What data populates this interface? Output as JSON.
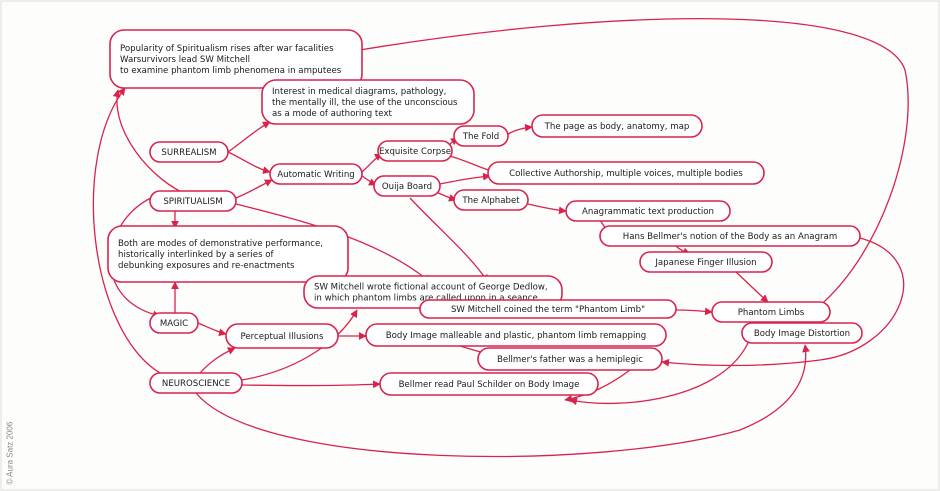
{
  "copyright": "© Aura Satz 2006",
  "colors": {
    "ink": "#d8244d",
    "text": "#1a1a1a"
  },
  "nodes": {
    "popularity": [
      "Popularity of Spiritualism rises after war facalities",
      "Warsurvivors lead SW Mitchell",
      "to examine phantom limb phenomena in amputees"
    ],
    "interest": [
      "Interest in medical diagrams, pathology,",
      "the mentally ill, the use of the unconscious",
      "as a mode of authoring text"
    ],
    "surrealism": [
      "SURREALISM"
    ],
    "spiritualism": [
      "SPIRITUALISM"
    ],
    "automatic_writing": [
      "Automatic Writing"
    ],
    "exquisite_corpse": [
      "Exquisite Corpse"
    ],
    "ouija_board": [
      "Ouija Board"
    ],
    "the_fold": [
      "The Fold"
    ],
    "page_body": [
      "The page as body, anatomy, map"
    ],
    "collective": [
      "Collective Authorship, multiple voices, multiple bodies"
    ],
    "alphabet": [
      "The Alphabet"
    ],
    "anagrammatic": [
      "Anagrammatic text production"
    ],
    "hans_bellmer": [
      "Hans Bellmer's notion of the Body as an Anagram"
    ],
    "japanese_finger": [
      "Japanese Finger Illusion"
    ],
    "both_modes": [
      "Both are modes of demonstrative performance,",
      "historically interlinked by a series of",
      "debunking exposures and re-enactments"
    ],
    "mitchell_fiction": [
      "SW Mitchell wrote fictional account of George Dedlow,",
      "in which phantom limbs are called upon in a seance"
    ],
    "mitchell_coined": [
      "SW Mitchell coined the term \"Phantom Limb\""
    ],
    "phantom_limbs": [
      "Phantom Limbs"
    ],
    "body_distortion": [
      "Body Image Distortion"
    ],
    "magic": [
      "MAGIC"
    ],
    "perceptual": [
      "Perceptual Illusions"
    ],
    "body_malleable": [
      "Body Image malleable and plastic, phantom limb remapping"
    ],
    "bellmer_father": [
      "Bellmer's father was a hemiplegic"
    ],
    "neuroscience": [
      "NEUROSCIENCE"
    ],
    "bellmer_schilder": [
      "Bellmer read Paul Schilder on Body Image"
    ]
  }
}
